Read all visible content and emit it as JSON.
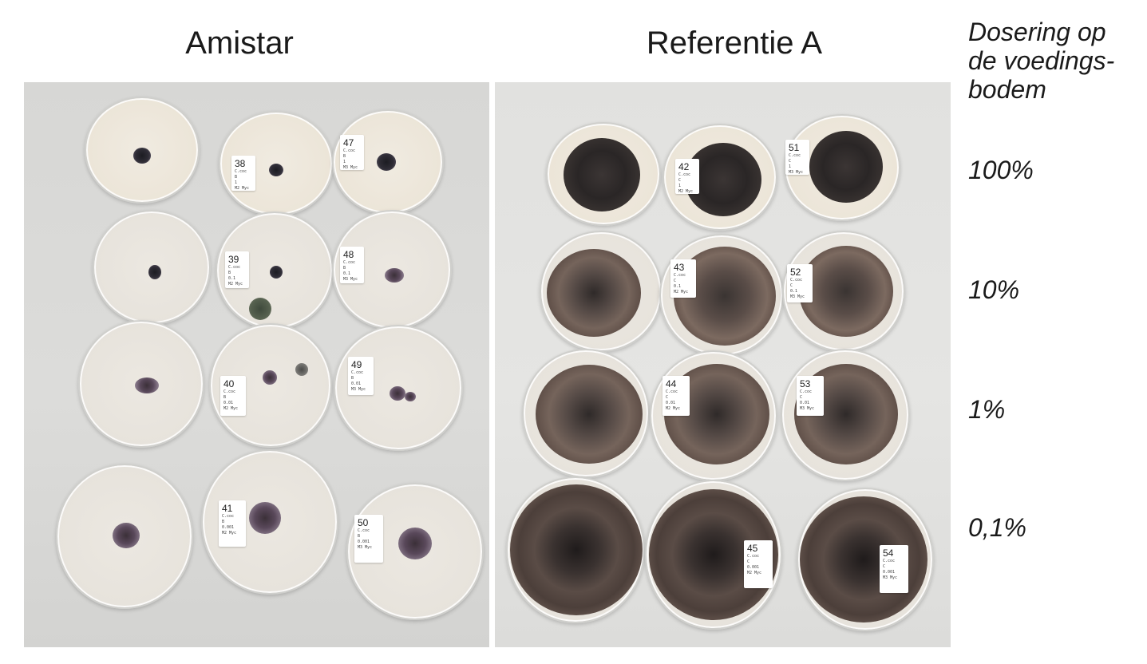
{
  "headers": {
    "left": "Amistar",
    "right": "Referentie A",
    "dosage_title_line1": "Dosering op",
    "dosage_title_line2": "de voedings-",
    "dosage_title_line3": "bodem"
  },
  "dosages": [
    "100%",
    "10%",
    "1%",
    "0,1%"
  ],
  "labels": {
    "38": {
      "num": "38",
      "l1": "C.coc",
      "l2": "B",
      "l3": "1",
      "l4": "M2 Myc"
    },
    "47": {
      "num": "47",
      "l1": "C.coc",
      "l2": "B",
      "l3": "1",
      "l4": "M3 Myc"
    },
    "39": {
      "num": "39",
      "l1": "C.coc",
      "l2": "B",
      "l3": "0.1",
      "l4": "M2 Myc"
    },
    "48": {
      "num": "48",
      "l1": "C.coc",
      "l2": "B",
      "l3": "0.1",
      "l4": "M3 Myc"
    },
    "40": {
      "num": "40",
      "l1": "C.coc",
      "l2": "B",
      "l3": "0.01",
      "l4": "M2 Myc"
    },
    "49": {
      "num": "49",
      "l1": "C.coc",
      "l2": "B",
      "l3": "0.01",
      "l4": "M3 Myc"
    },
    "41": {
      "num": "41",
      "l1": "C.coc",
      "l2": "B",
      "l3": "0.001",
      "l4": "M2 Myc"
    },
    "50": {
      "num": "50",
      "l1": "C.coc",
      "l2": "B",
      "l3": "0.001",
      "l4": "M3 Myc"
    },
    "42": {
      "num": "42",
      "l1": "C.coc",
      "l2": "C",
      "l3": "1",
      "l4": "M2 Myc"
    },
    "51": {
      "num": "51",
      "l1": "C.coc",
      "l2": "C",
      "l3": "1",
      "l4": "M3 Myc"
    },
    "43": {
      "num": "43",
      "l1": "C.coc",
      "l2": "C",
      "l3": "0.1",
      "l4": "M2 Myc"
    },
    "52": {
      "num": "52",
      "l1": "C.coc",
      "l2": "C",
      "l3": "0.1",
      "l4": "M3 Myc"
    },
    "44": {
      "num": "44",
      "l1": "C.coc",
      "l2": "C",
      "l3": "0.01",
      "l4": "M2 Myc"
    },
    "53": {
      "num": "53",
      "l1": "C.coc",
      "l2": "C",
      "l3": "0.01",
      "l4": "M3 Myc"
    },
    "45": {
      "num": "45",
      "l1": "C.coc",
      "l2": "C",
      "l3": "0.001",
      "l4": "M2 Myc"
    },
    "54": {
      "num": "54",
      "l1": "C.coc",
      "l2": "C",
      "l3": "0.001",
      "l4": "M3 Myc"
    }
  }
}
